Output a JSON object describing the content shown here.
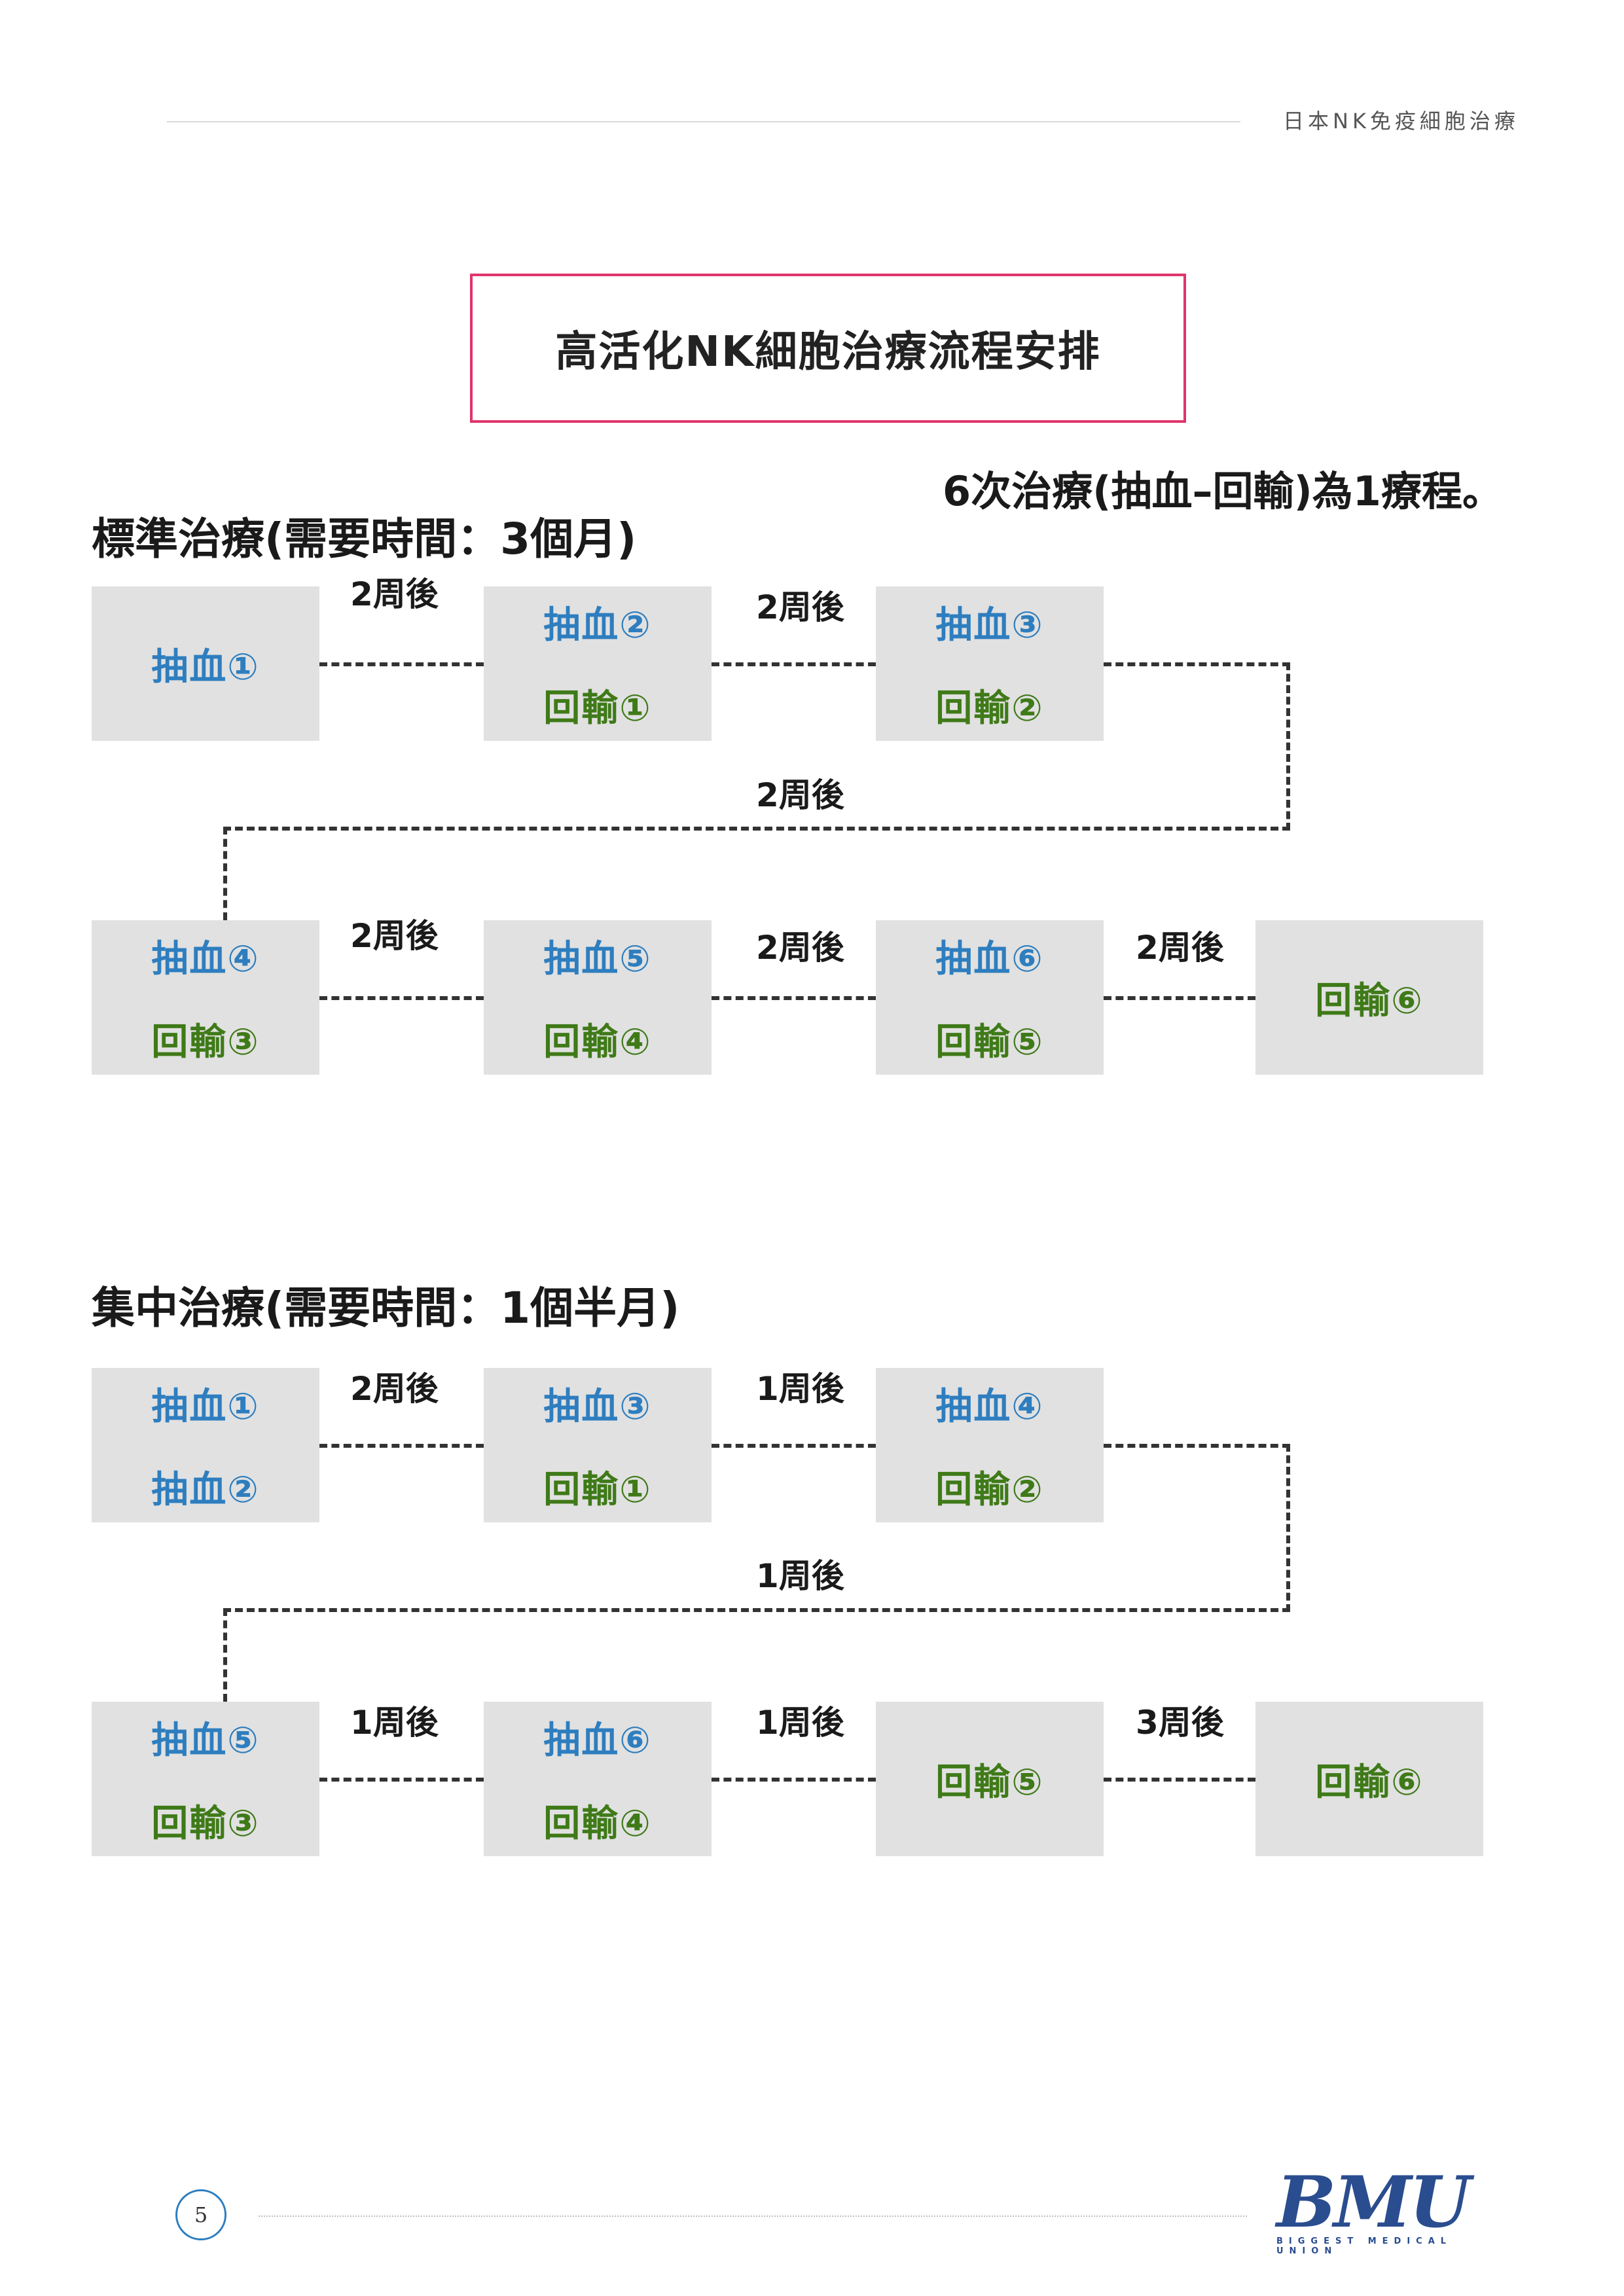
{
  "header": {
    "title": "日本NK免疫細胞治療"
  },
  "title": "高活化NK細胞治療流程安排",
  "note": "6次治療(抽血–回輸)為1療程。",
  "sections": [
    {
      "title": "標準治療(需要時間：3個月)",
      "rows": [
        {
          "boxes": [
            [
              "抽血①"
            ],
            [
              "抽血②",
              "回輸①"
            ],
            [
              "抽血③",
              "回輸②"
            ]
          ],
          "intervals": [
            "2周後",
            "2周後"
          ]
        },
        {
          "boxes": [
            [
              "抽血④",
              "回輸③"
            ],
            [
              "抽血⑤",
              "回輸④"
            ],
            [
              "抽血⑥",
              "回輸⑤"
            ],
            [
              "回輸⑥"
            ]
          ],
          "intervals": [
            "2周後",
            "2周後",
            "2周後"
          ]
        }
      ],
      "connector_interval": "2周後"
    },
    {
      "title": "集中治療(需要時間：1個半月)",
      "rows": [
        {
          "boxes": [
            [
              "抽血①",
              "抽血②"
            ],
            [
              "抽血③",
              "回輸①"
            ],
            [
              "抽血④",
              "回輸②"
            ]
          ],
          "intervals": [
            "2周後",
            "1周後"
          ]
        },
        {
          "boxes": [
            [
              "抽血⑤",
              "回輸③"
            ],
            [
              "抽血⑥",
              "回輸④"
            ],
            [
              "回輸⑤"
            ],
            [
              "回輸⑥"
            ]
          ],
          "intervals": [
            "1周後",
            "1周後",
            "3周後"
          ]
        }
      ],
      "connector_interval": "1周後"
    }
  ],
  "colors": {
    "blood_draw": "#2e7ebf",
    "reinfusion": "#3f7a18",
    "title_border": "#e0356b",
    "box_bg": "#e1e1e1"
  },
  "footer": {
    "page_number": "5",
    "logo": "BMU",
    "logo_subtitle": "BIGGEST MEDICAL UNION"
  }
}
